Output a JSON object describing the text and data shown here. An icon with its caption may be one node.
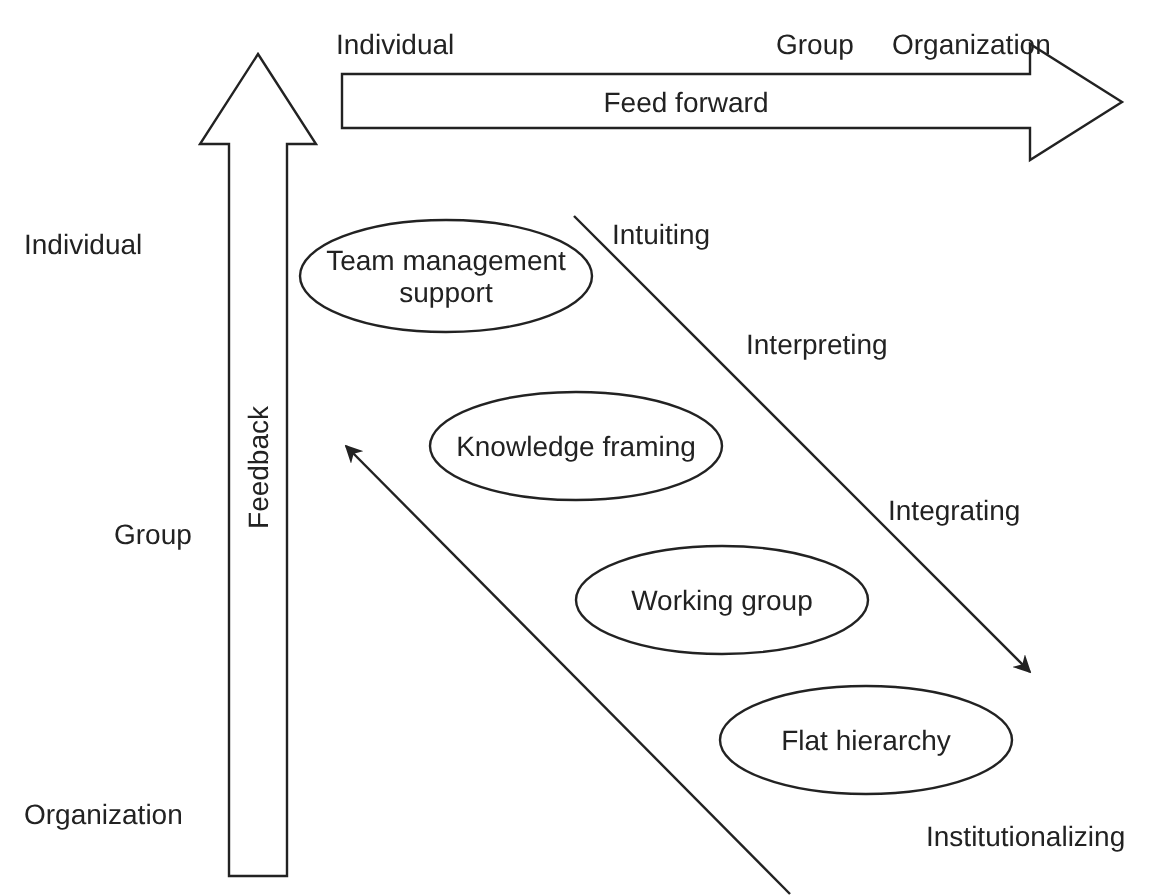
{
  "diagram": {
    "nodes": [
      {
        "text": [
          "Feedback"
        ]
      },
      {
        "text": [
          "Feed forward"
        ]
      },
      {
        "text": [
          "Team management support"
        ]
      },
      {
        "text": [
          "Knowledge framing"
        ]
      },
      {
        "text": [
          "Working group"
        ]
      },
      {
        "text": [
          "Flat hierarchy"
        ]
      }
    ],
    "labels": [
      "Individual",
      "Group",
      "Organization",
      "Individual",
      "Group",
      "Organization",
      "Intuiting",
      "Interpreting",
      "Integrating",
      "Institutionalizing"
    ]
  }
}
